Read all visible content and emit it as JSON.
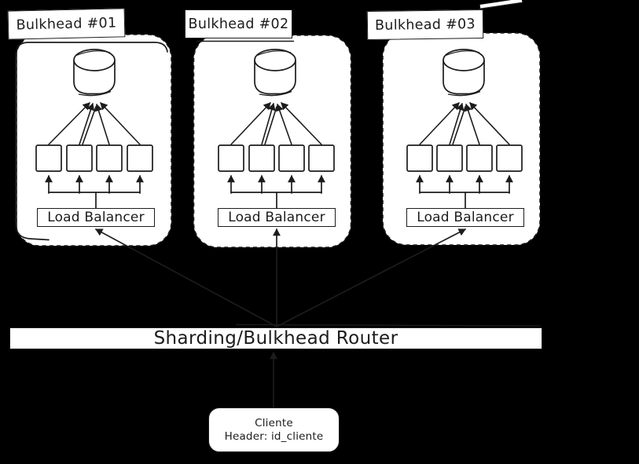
{
  "diagram": {
    "colors": {
      "background": "#000000",
      "shape_fill": "#ffffff",
      "stroke": "#1c1c1c"
    },
    "bulkheads": [
      {
        "label": "Bulkhead #01",
        "load_balancer": "Load Balancer"
      },
      {
        "label": "Bulkhead #02",
        "load_balancer": "Load Balancer"
      },
      {
        "label": "Bulkhead #03",
        "load_balancer": "Load Balancer"
      }
    ],
    "router": {
      "label": "Sharding/Bulkhead Router"
    },
    "client": {
      "title": "Cliente",
      "subtitle": "Header: id_cliente"
    }
  }
}
